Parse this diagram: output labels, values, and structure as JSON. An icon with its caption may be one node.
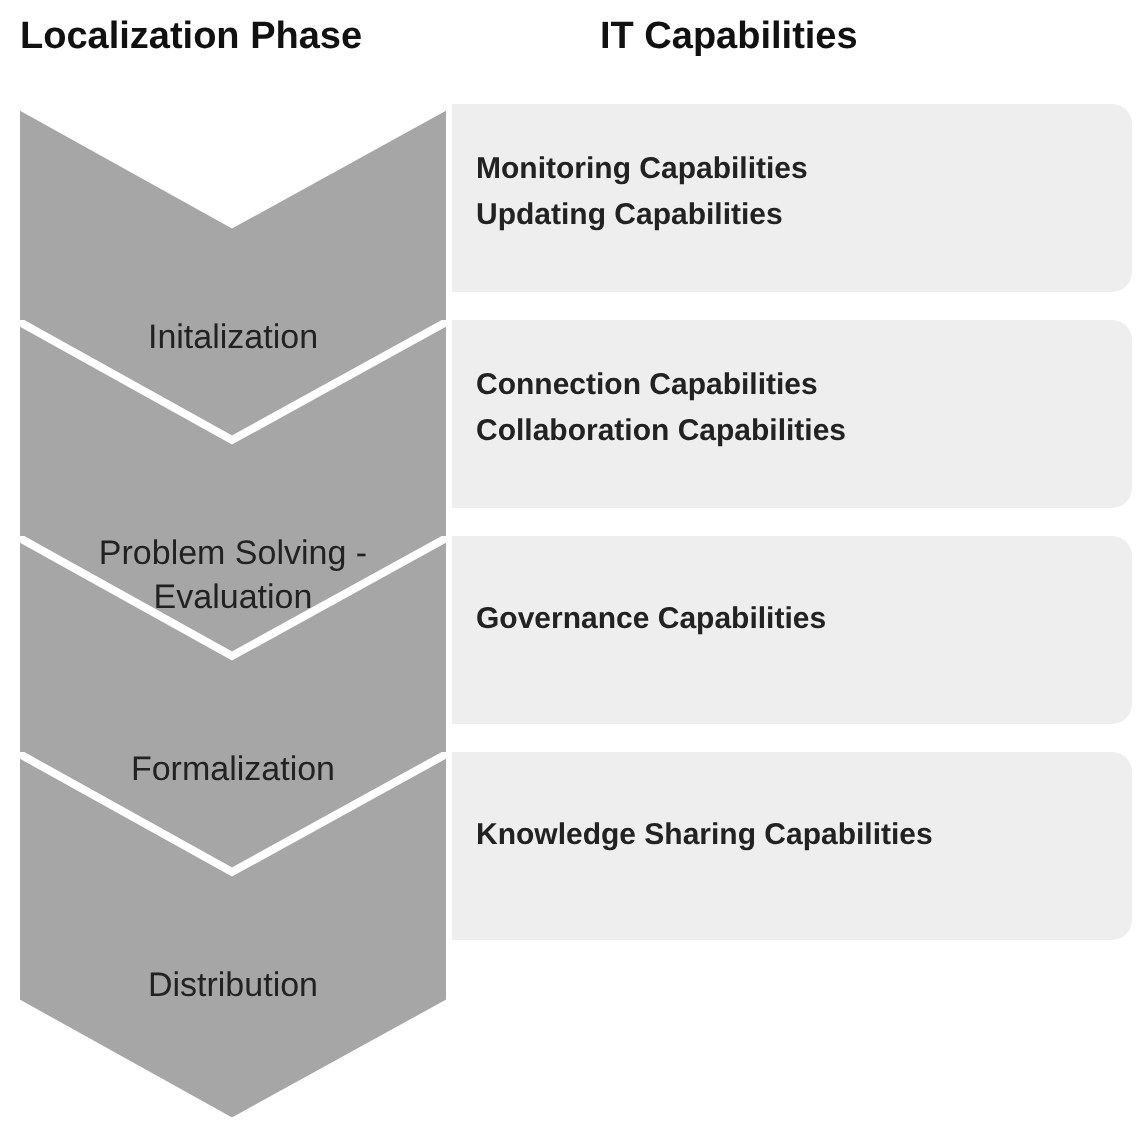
{
  "diagram": {
    "nodes": [
      {
        "text": [
          "Initalization"
        ]
      },
      {
        "text": [
          "Problem Solving - Evaluation"
        ]
      },
      {
        "text": [
          "Formalization"
        ]
      },
      {
        "text": [
          "Distribution"
        ]
      },
      {
        "text": [
          "Monitoring Capabilities",
          "Updating Capabilities"
        ]
      },
      {
        "text": [
          "Connection Capabilities",
          "Collaboration Capabilities"
        ]
      },
      {
        "text": [
          "Governance Capabilities"
        ]
      },
      {
        "text": [
          "Knowledge Sharing Capabilities"
        ]
      }
    ],
    "labels": [
      "Localization Phase",
      "IT Capabilities"
    ]
  }
}
